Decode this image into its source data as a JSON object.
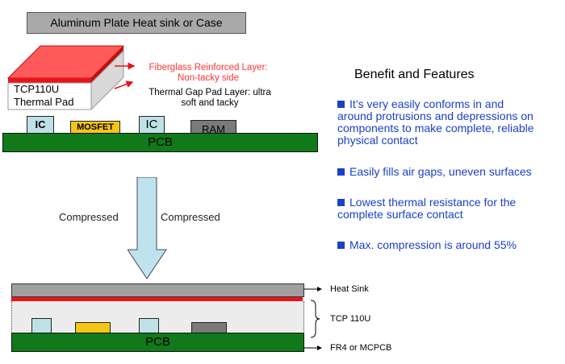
{
  "title_box": "Aluminum Plate Heat sink or Case",
  "thermal_pad": {
    "line1": "TCP110U",
    "line2": "Thermal Pad"
  },
  "fiberglass": {
    "line1": "Fiberglass Reinforced Layer:",
    "line2": "Non-tacky side"
  },
  "gap_pad": {
    "line1": "Thermal Gap Pad Layer: ultra",
    "line2": "soft and tacky"
  },
  "components_top": [
    {
      "label": "IC"
    },
    {
      "label": "MOSFET"
    },
    {
      "label": "IC"
    },
    {
      "label": "RAM"
    }
  ],
  "pcb_label": "PCB",
  "compressed_left": "Compressed",
  "compressed_right": "Compressed",
  "benefits_title": "Benefit and Features",
  "benefits": [
    {
      "line1": "It’s very easily conforms in and",
      "line2": "around protrusions and depressions on",
      "line3": "components to make complete, reliable",
      "line4": "physical contact"
    },
    {
      "line1": "Easily fills air gaps, uneven surfaces"
    },
    {
      "line1": "Lowest thermal resistance for the",
      "line2": "complete surface contact"
    },
    {
      "line1": "Max. compression is around 55%"
    }
  ],
  "bottom_labels": {
    "heat_sink": "Heat Sink",
    "tcp": "TCP 110U",
    "fr4": "FR4 or MCPCB"
  },
  "colors": {
    "red_layer": "#e8141a",
    "pcb": "#107a1a",
    "ic": "#bfe0e6",
    "mosfet": "#f5c518",
    "ram": "#7a7a7a",
    "arrow": "#bfe3ee",
    "benefit_text": "#1a3fc8"
  }
}
